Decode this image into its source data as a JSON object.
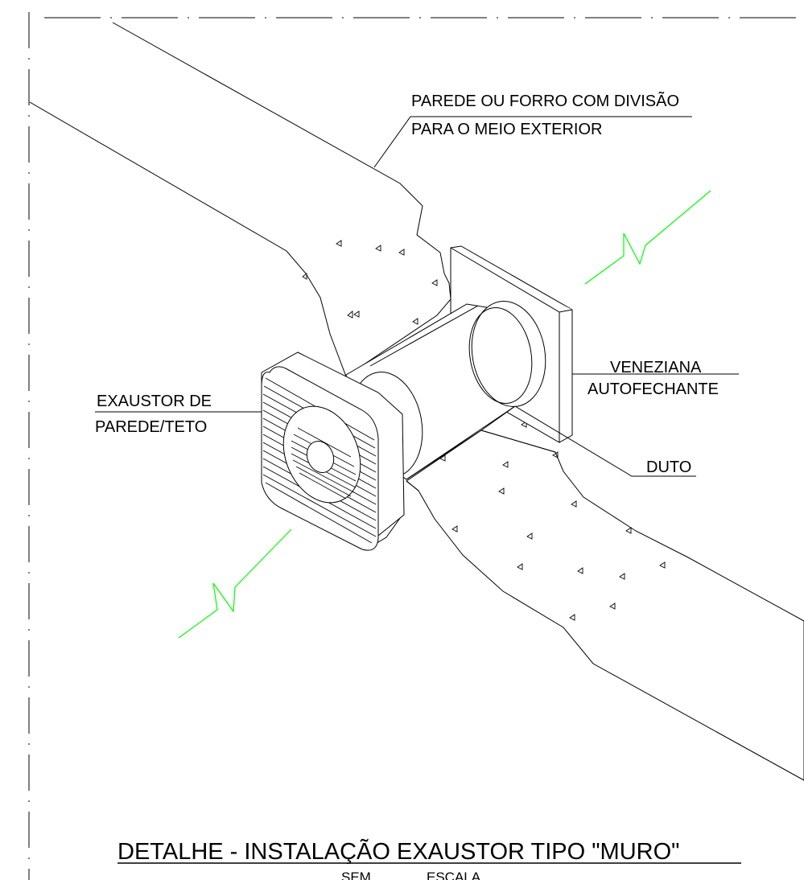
{
  "labels": {
    "wall": [
      "PAREDE OU FORRO COM DIVISÃO",
      "PARA O MEIO EXTERIOR"
    ],
    "louver": [
      "VENEZIANA",
      "AUTOFECHANTE"
    ],
    "fan": [
      "EXAUSTOR DE",
      "PAREDE/TETO"
    ],
    "duct": "DUTO"
  },
  "title": "DETALHE - INSTALAÇÃO EXAUSTOR TIPO \"MURO\"",
  "scale": [
    "SEM",
    "ESCALA"
  ],
  "colors": {
    "line": "#000000",
    "break": "#00ff00",
    "background": "#ffffff"
  }
}
